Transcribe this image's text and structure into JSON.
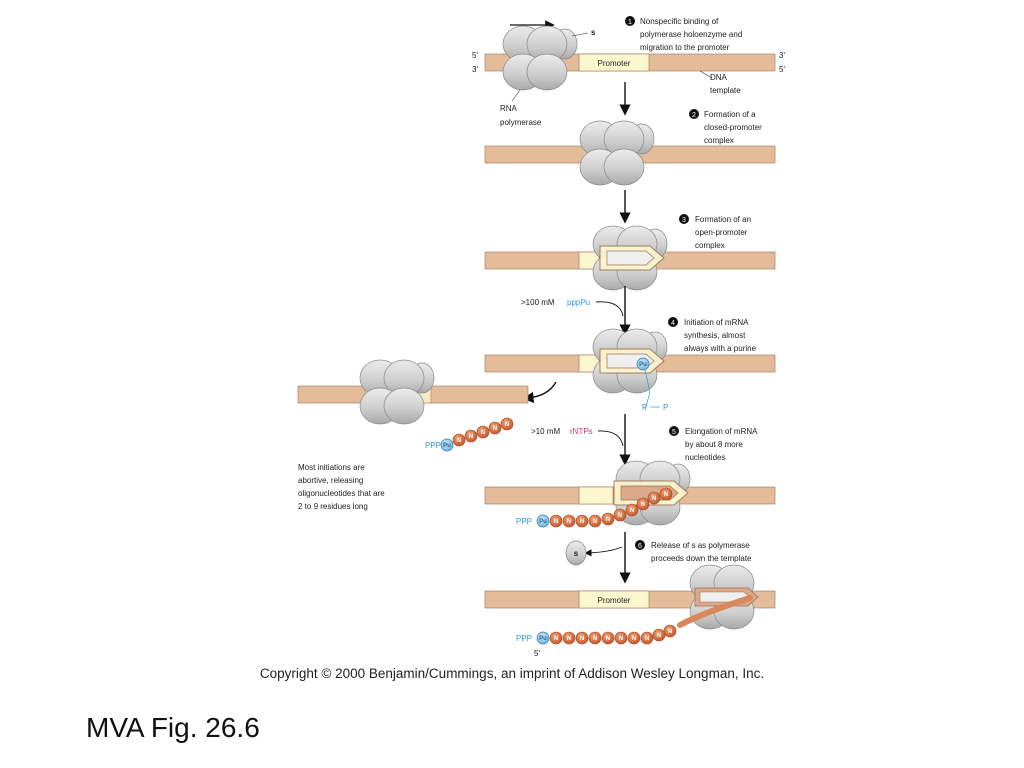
{
  "diagram": {
    "strand_labels": {
      "five_prime": "5'",
      "three_prime": "3'"
    },
    "sigma": "s",
    "rna_polymerase": [
      "RNA",
      "polymerase"
    ],
    "dna_template": [
      "DNA",
      "template"
    ],
    "promoter": "Promoter",
    "steps": [
      {
        "num": "1",
        "lines": [
          "Nonspecific binding of",
          "polymerase holoenzyme and",
          "migration to the promoter"
        ]
      },
      {
        "num": "2",
        "lines": [
          "Formation of a",
          "closed-promoter",
          "complex"
        ]
      },
      {
        "num": "3",
        "lines": [
          "Formation of an",
          "open-promoter",
          "complex"
        ]
      },
      {
        "num": "4",
        "lines": [
          "Initiation of mRNA",
          "synthesis, almost",
          "always with a purine"
        ]
      },
      {
        "num": "5",
        "lines": [
          "Elongation of mRNA",
          "by about 8 more",
          "nucleotides"
        ]
      },
      {
        "num": "6",
        "lines": [
          "Release of s as polymerase",
          "proceeds down the template"
        ]
      }
    ],
    "inputs": {
      "pppPu_conc": ">100 mM",
      "pppPu": "pppPu",
      "rNTPs_conc": ">10 mM",
      "rNTPs": "rNTPs"
    },
    "labels": {
      "ppp": "PPP",
      "pu": "Pu",
      "n": "N",
      "p": "P"
    },
    "abortive_note": [
      "Most initiations are",
      "abortive, releasing",
      "oligonucleotides that are",
      "2 to 9 residues long"
    ]
  },
  "copyright": "Copyright © 2000 Benjamin/Cummings, an imprint of Addison Wesley Longman, Inc.",
  "caption": "MVA Fig. 26.6"
}
